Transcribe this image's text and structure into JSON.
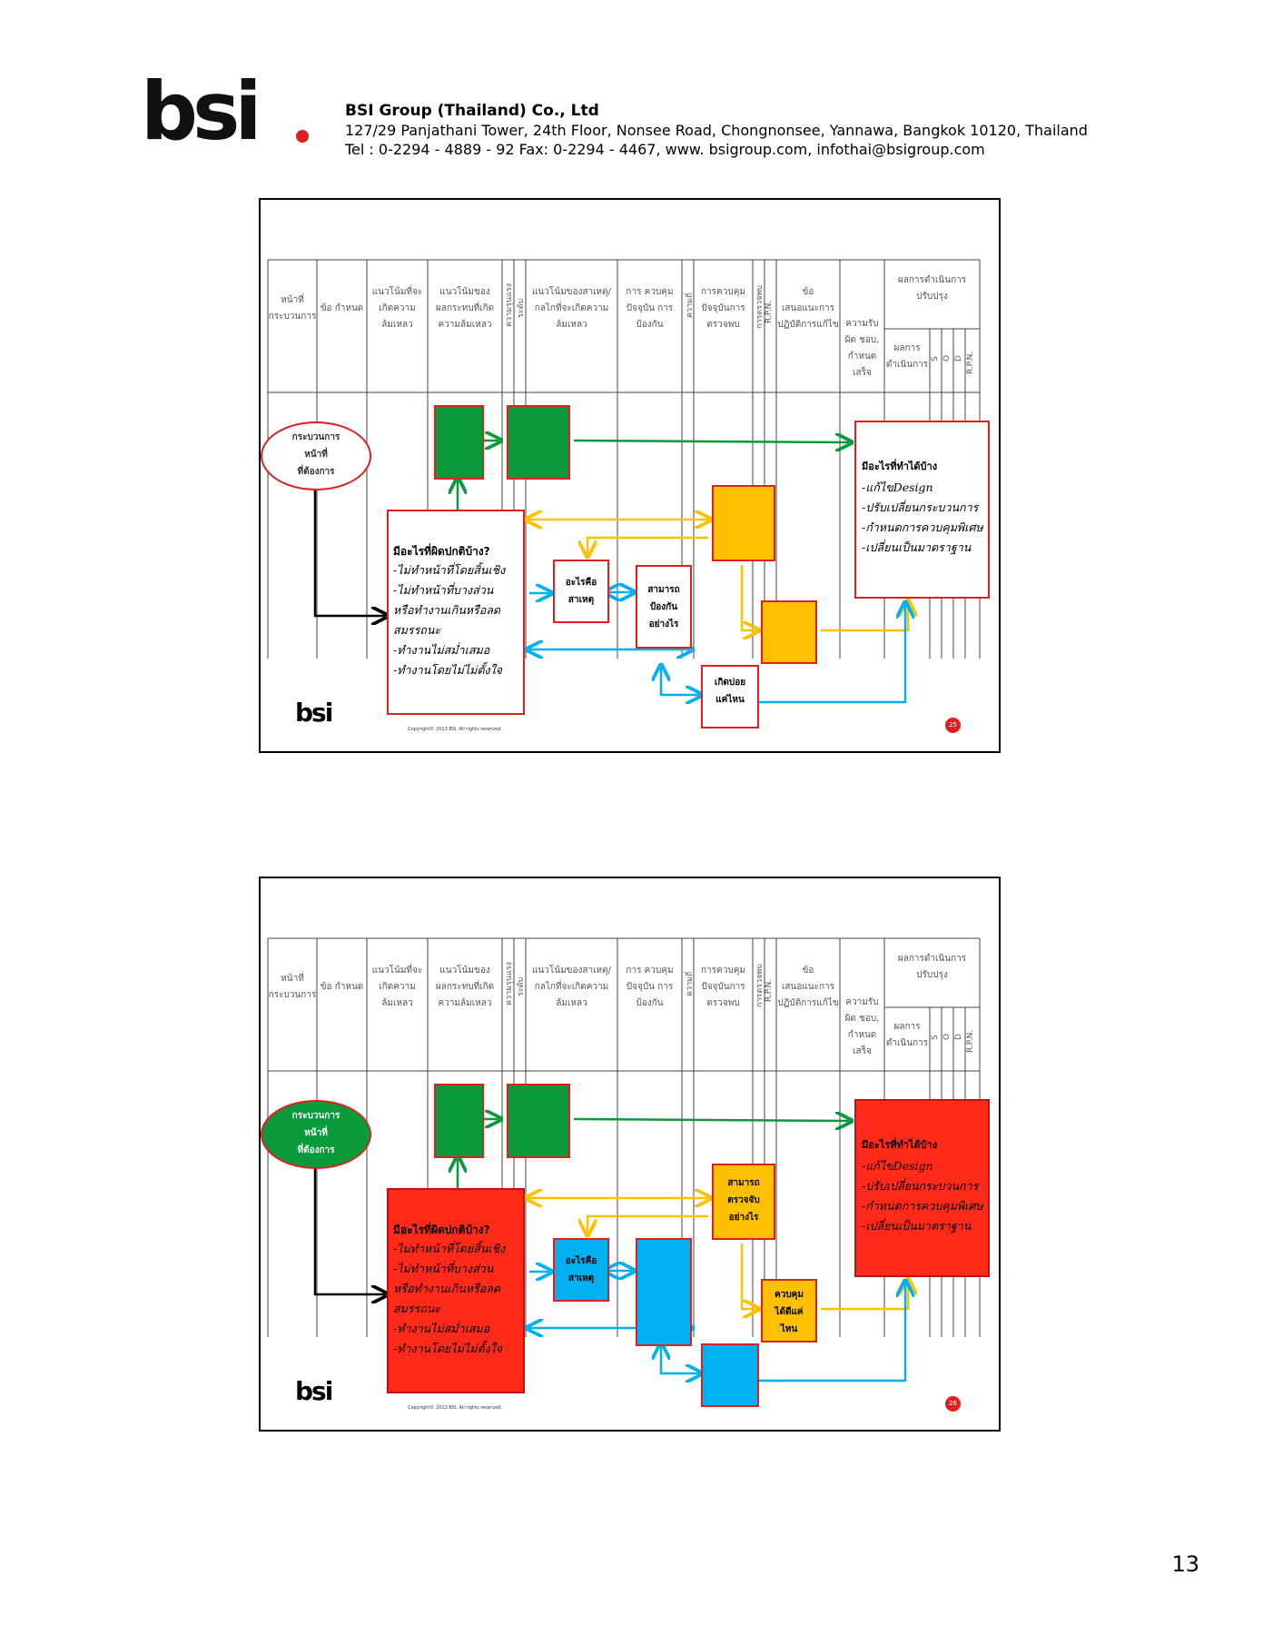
{
  "header": {
    "logo_text": "bsi",
    "company": "BSI Group (Thailand) Co., Ltd",
    "address": "127/29 Panjathani Tower, 24th Floor, Nonsee Road, Chongnonsee, Yannawa, Bangkok 10120, Thailand",
    "contact": "Tel : 0-2294 - 4889 - 92  Fax: 0-2294 - 4467, www. bsigroup.com,  infothai@bsigroup.com"
  },
  "page_number": "13",
  "table_headers": {
    "col1": "หน้าที่\nกระบวนการ",
    "col2": "ข้อ กำหนด",
    "col3": "แนวโน้มที่จะ\nเกิดความ\nล้มเหลว",
    "col4": "แนวโน้มของ\nผลกระทบที่เกิด\nความล้มเหลว",
    "col5_v": "ความรุนแรง",
    "col6_v": "ระดับ",
    "col7": "แนวโน้มของสาเหตุ/\nกลไกที่จะเกิดความ\nล้มเหลว",
    "col8": "การ ควบคุม\nปัจจุบัน การ\nป้องกัน",
    "col9_v": "ความถี่",
    "col10": "การควบคุม\nปัจจุบันการ\nตรวจพบ",
    "col11_v": "การตรวจพบ",
    "col12_v": "R.P.N.",
    "col13": "ข้อ\nเสนอแนะการ\nปฏิบัติการแก้ไข",
    "col14": "ความรับ\nผิด ชอบ,\nกำหนด\nเสร็จ",
    "group": "ผลการดำเนินการ\nปรับปรุง",
    "col15": "ผลการ\nดำเนินการ",
    "s": "S",
    "o": "O",
    "d": "D",
    "rpn": "R.P.N."
  },
  "slide1": {
    "process": "กระบวนการ\nหน้าที่\nที่ต้องการ",
    "failure_title": "มีอะไรที่ผิดปกติบ้าง?",
    "failure_items": "-ไม่ทำหน้าที่โดยสิ้นเชิง\n-ไม่ทำหน้าที่บางส่วน\nหรือทำงานเกินหรือลด\nสมรรถนะ\n-ทำงานไม่สม่ำเสมอ\n-ทำงานโดยไม่ไม่ตั้งใจ",
    "cause": "อะไรคือ\nสาเหตุ",
    "prevent": "สามารถ\nป้องกัน\nอย่างไร",
    "occur": "เกิดบ่อย\nแค่ไหน",
    "action_title": "มีอะไรที่ทำได้บ้าง",
    "action_items": "-แก้ไขDesign\n-ปรับเปลี่ยนกระบวนการ\n-กำหนดการควบคุมพิเศษ\n-เปลี่ยนเป็นมาตราฐาน",
    "copyright": "Copyright© 2013 BSI. All rights reserved.",
    "slide_no": "25",
    "logo": "bsi"
  },
  "slide2": {
    "process": "กระบวนการ\nหน้าที่\nที่ต้องการ",
    "failure_title": "มีอะไรที่ผิดปกติบ้าง?",
    "failure_items": "-ไม่ทำหน้าที่โดยสิ้นเชิง\n-ไม่ทำหน้าที่บางส่วน\nหรือทำงานเกินหรือลด\nสมรรถนะ\n-ทำงานไม่สม่ำเสมอ\n-ทำงานโดยไม่ไม่ตั้งใจ",
    "cause": "อะไรคือ\nสาเหตุ",
    "detect": "สามารถ\nตรวจจับ\nอย่างไร",
    "control": "ควบคุม\nได้ดีแค่\nไหน",
    "action_title": "มีอะไรที่ทำได้บ้าง",
    "action_items": "-แก้ไขDesign\n-ปรับเปลี่ยนกระบวนการ\n-กำหนดการควบคุมพิเศษ\n-เปลี่ยนเป็นมาตราฐาน",
    "copyright": "Copyright© 2013 BSI. All rights reserved.",
    "slide_no": "26",
    "logo": "bsi"
  },
  "colors": {
    "green": "#0a9a3c",
    "yellow": "#ffc000",
    "blue": "#00b0f0",
    "red": "#ff2a1a",
    "border_red": "#e02020"
  }
}
